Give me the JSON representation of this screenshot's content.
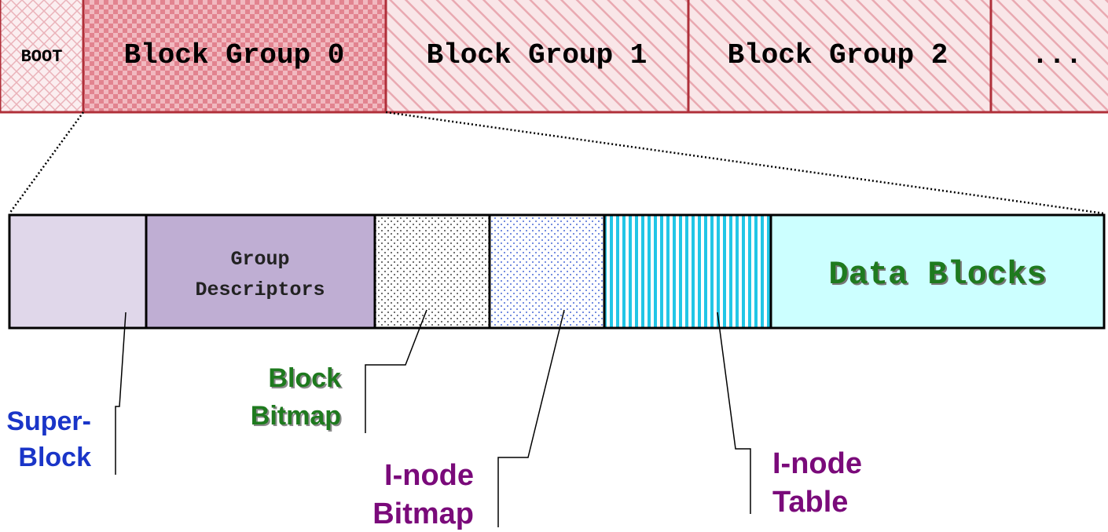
{
  "disk_layout": {
    "boot_label": "BOOT",
    "groups": [
      "Block Group 0",
      "Block Group 1",
      "Block Group 2"
    ],
    "more_label": "...",
    "colors": {
      "border": "#b0303a",
      "fill": "#f7dde0",
      "hatch": "#e8a8b0",
      "checker": "#e48a95"
    }
  },
  "block_group_detail": {
    "segments": [
      {
        "id": "superblock",
        "label": "",
        "color": "#e0d7ea"
      },
      {
        "id": "group-descriptors",
        "label_lines": [
          "Group",
          "Descriptors"
        ],
        "color": "#bfaed3"
      },
      {
        "id": "block-bitmap",
        "label": "",
        "pattern": "dots-black"
      },
      {
        "id": "inode-bitmap",
        "label": "",
        "pattern": "dots-blue"
      },
      {
        "id": "inode-table",
        "label": "",
        "pattern": "stripes-cyan"
      },
      {
        "id": "data-blocks",
        "label": "Data Blocks",
        "color": "#ccffff",
        "text_color": "#1e7a1e"
      }
    ]
  },
  "callouts": {
    "superblock": {
      "lines": [
        "Super-",
        "Block"
      ],
      "color": "#1a35c8"
    },
    "block_bitmap": {
      "lines": [
        "Block",
        "Bitmap"
      ],
      "color": "#1e7a1e"
    },
    "inode_bitmap": {
      "lines": [
        "I-node",
        "Bitmap"
      ],
      "color": "#7a0a7a"
    },
    "inode_table": {
      "lines": [
        "I-node",
        "Table"
      ],
      "color": "#7a0a7a"
    }
  }
}
